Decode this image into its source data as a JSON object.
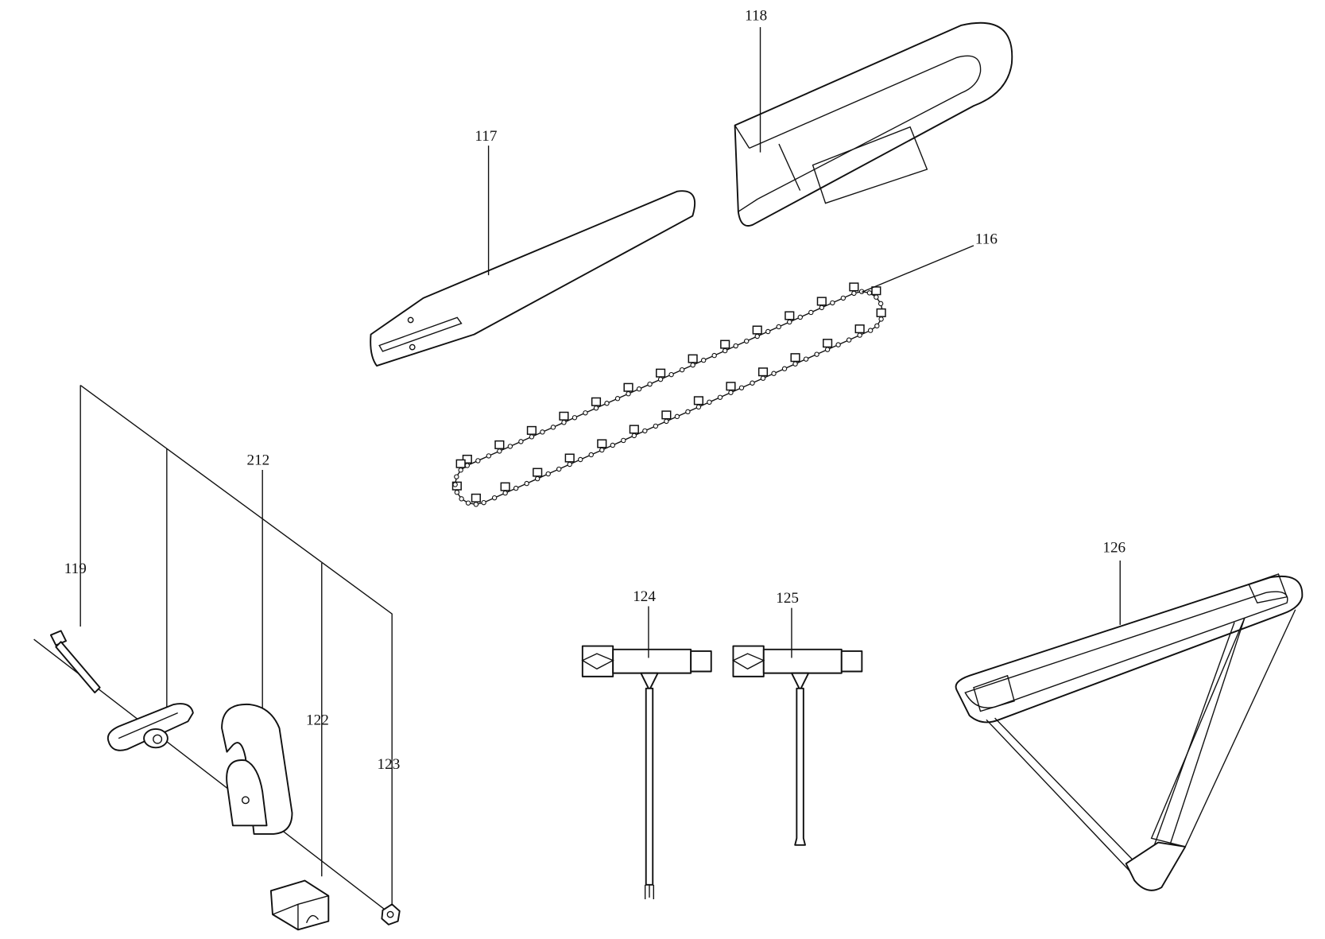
{
  "title": "Exploded parts diagram - accessories",
  "labels": {
    "p116": "116",
    "p117": "117",
    "p118": "118",
    "p119": "119",
    "p122": "122",
    "p123": "123",
    "p124": "124",
    "p125": "125",
    "p126": "126",
    "p212": "212"
  },
  "colors": {
    "line": "#111111",
    "background": "#ffffff"
  }
}
